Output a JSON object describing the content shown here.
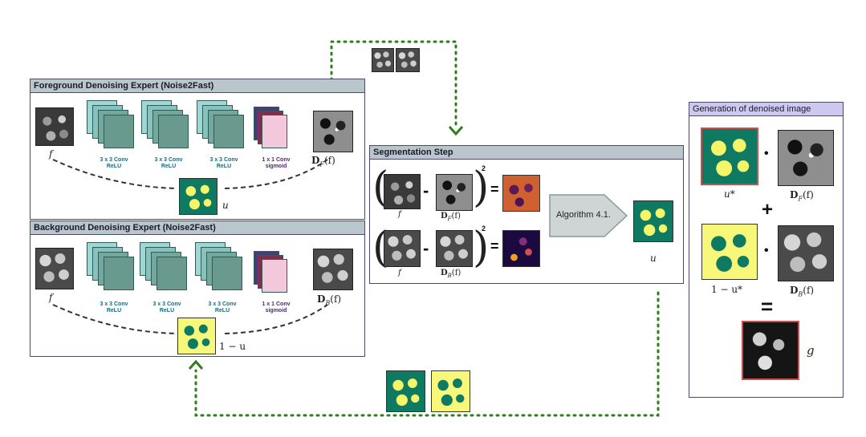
{
  "panels": {
    "foreground": {
      "title": "Foreground Denoising Expert (Noise2Fast)"
    },
    "background": {
      "title": "Background Denoising Expert (Noise2Fast)"
    },
    "segmentation": {
      "title": "Segmentation Step"
    },
    "generation": {
      "title": "Generation of denoised image"
    }
  },
  "layers": {
    "conv33": "3 x 3 Conv",
    "relu": "ReLU",
    "conv11": "1 x 1 Conv",
    "sigmoid": "sigmoid"
  },
  "math": {
    "f": "f",
    "u": "u",
    "one_minus_u": "1 − u",
    "DF": "D",
    "DF_sub": "F",
    "DB": "D",
    "DB_sub": "B",
    "arg": "(f)",
    "u_star": "u*",
    "one_minus_u_star": "1 − u*",
    "g": "g"
  },
  "symbols": {
    "minus": "-",
    "equals": "=",
    "square": "2",
    "dot": "•",
    "plus": "+"
  },
  "algorithm": {
    "label": "Algorithm 4.1."
  },
  "colors": {
    "panel_title_bg": "#b9c6cc",
    "generation_title_bg": "#cdc8f0",
    "arrow_green": "#2e7d1e",
    "seg_green": "#0f7a62",
    "seg_yellow": "#f5f56a",
    "conv_teal": "#6a9a8e",
    "conv_pink": "#f4c8dc"
  }
}
